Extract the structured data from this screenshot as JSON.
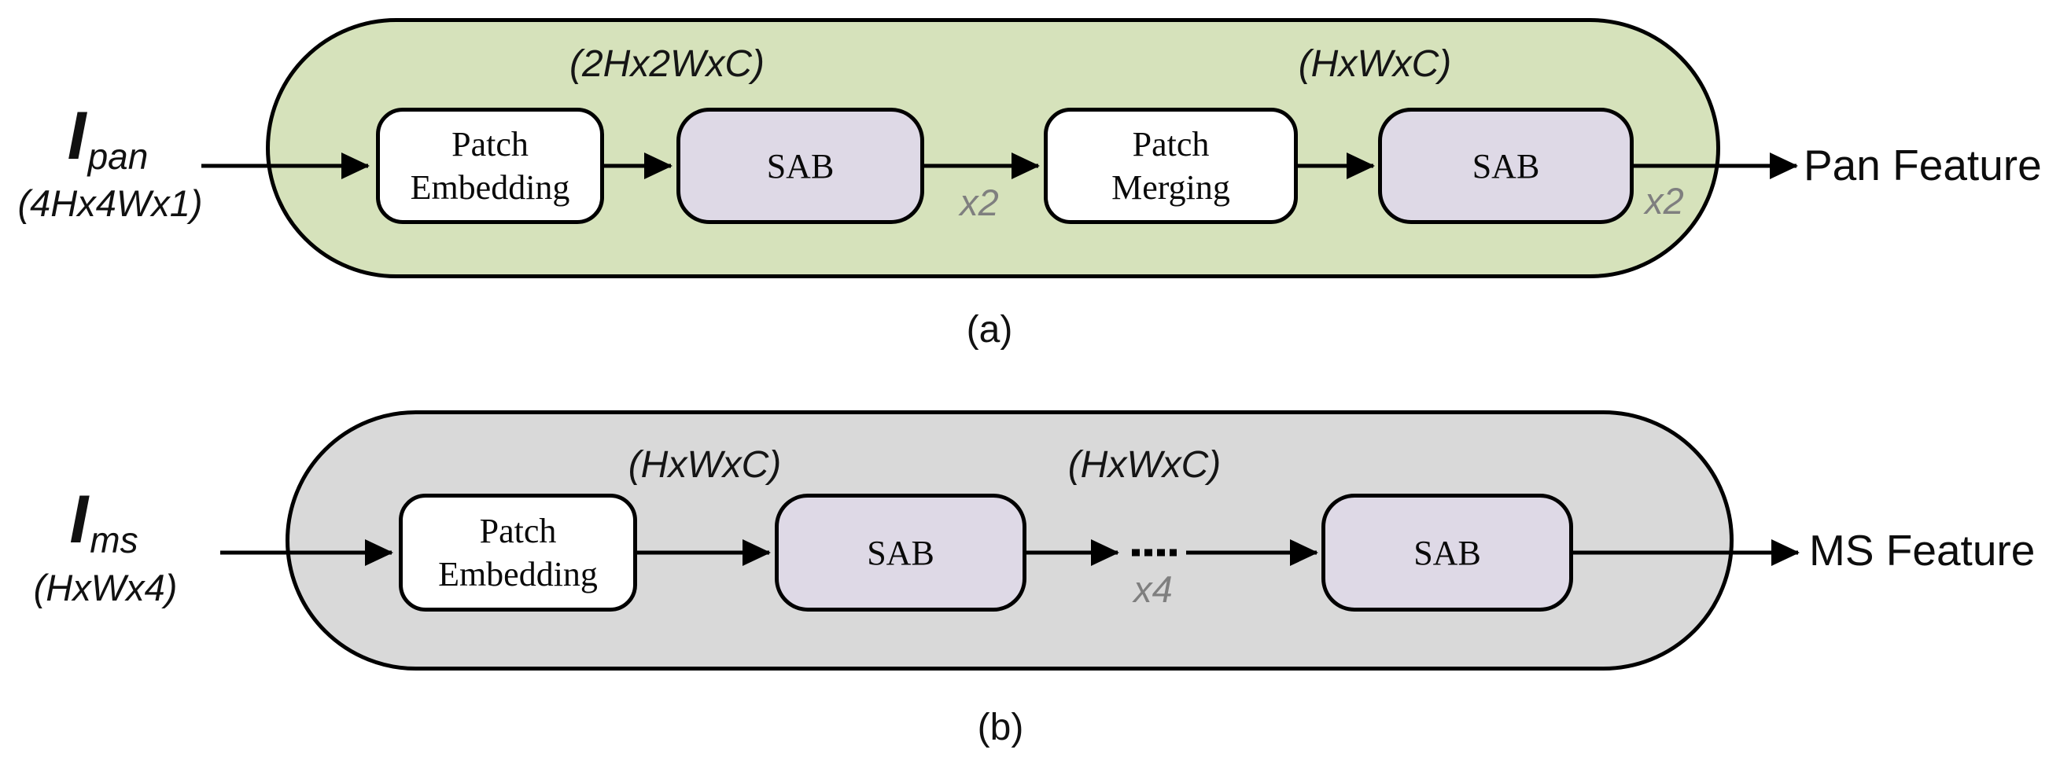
{
  "colors": {
    "panel_a_fill": "#d6e2bb",
    "panel_b_fill": "#d9d9d9",
    "block_fill": "#ded9e6",
    "white_fill": "#ffffff",
    "stroke": "#000000",
    "muted_text": "#7f7f7f"
  },
  "diagram_a": {
    "input_symbol": "I",
    "input_subscript": "pan",
    "input_dims": "(4Hx4Wx1)",
    "dim_label_1": "(2Hx2WxC)",
    "dim_label_2": "(HxWxC)",
    "box_patch_embedding": "Patch\nEmbedding",
    "box_sab_1": "SAB",
    "box_patch_merging": "Patch\nMerging",
    "box_sab_2": "SAB",
    "repeat_1": "x2",
    "repeat_2": "x2",
    "output_label": "Pan Feature",
    "caption": "(a)"
  },
  "diagram_b": {
    "input_symbol": "I",
    "input_subscript": "ms",
    "input_dims": "(HxWx4)",
    "dim_label_1": "(HxWxC)",
    "dim_label_2": "(HxWxC)",
    "box_patch_embedding": "Patch\nEmbedding",
    "box_sab_1": "SAB",
    "box_sab_2": "SAB",
    "repeat": "x4",
    "output_label": "MS Feature",
    "caption": "(b)"
  }
}
